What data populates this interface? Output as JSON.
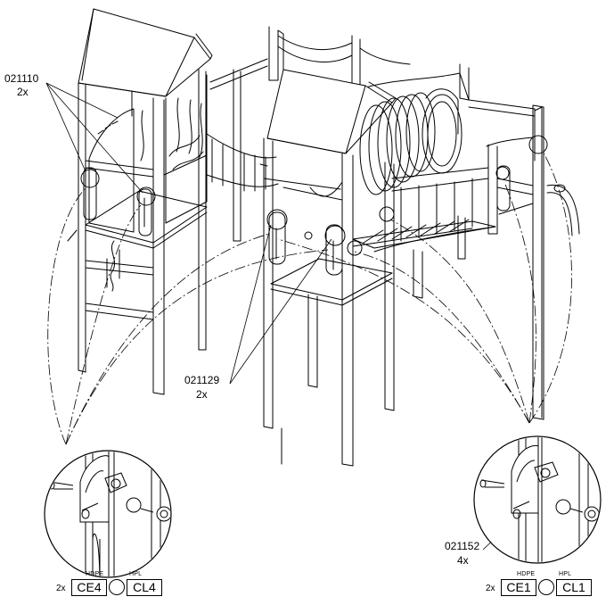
{
  "callouts": {
    "top_left": {
      "part": "021110",
      "qty": "2x"
    },
    "middle": {
      "part": "021129",
      "qty": "2x"
    },
    "right": {
      "part": "021152",
      "qty": "4x"
    }
  },
  "left_detail": {
    "qty": "2x",
    "material_1": "HDPE",
    "code_1": "CE4",
    "material_2": "HPL",
    "code_2": "CL4"
  },
  "right_detail": {
    "qty": "2x",
    "material_1": "HDPE",
    "code_1": "CE1",
    "material_2": "HPL",
    "code_2": "CL1"
  }
}
